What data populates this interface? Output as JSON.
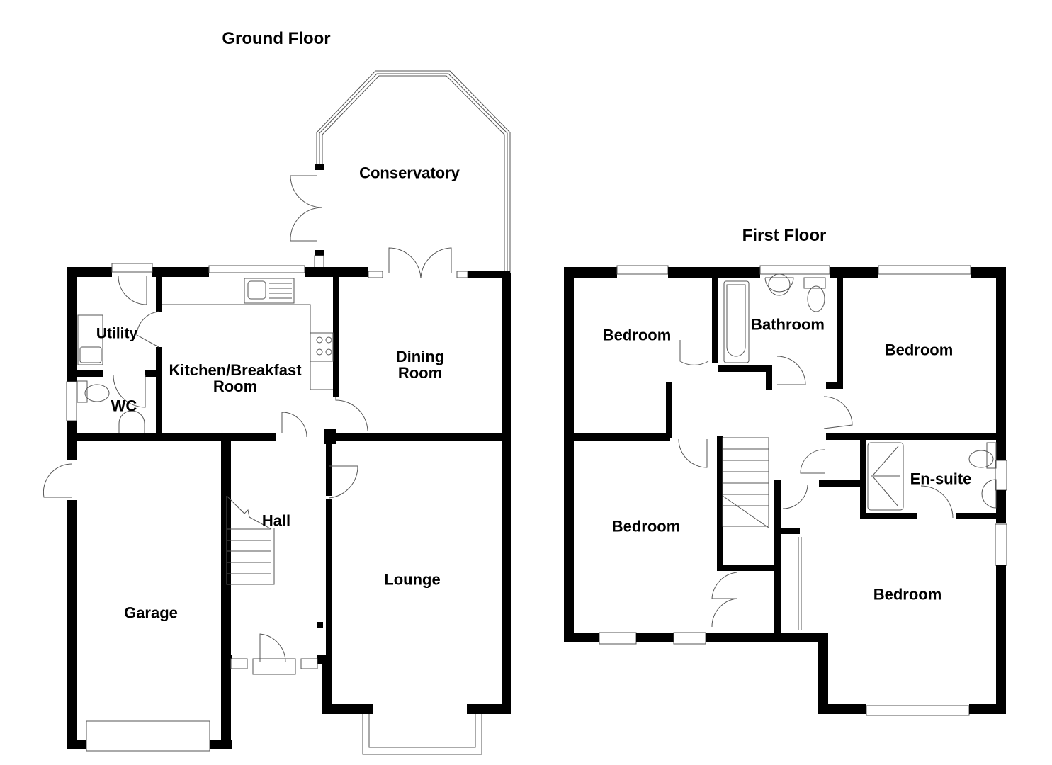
{
  "floors": [
    {
      "title": "Ground Floor",
      "rooms": [
        {
          "id": "conservatory",
          "label": "Conservatory"
        },
        {
          "id": "utility",
          "label": "Utility"
        },
        {
          "id": "kitchen",
          "label": "Kitchen/Breakfast\nRoom"
        },
        {
          "id": "dining",
          "label": "Dining\nRoom"
        },
        {
          "id": "wc",
          "label": "WC"
        },
        {
          "id": "hall",
          "label": "Hall"
        },
        {
          "id": "garage",
          "label": "Garage"
        },
        {
          "id": "lounge",
          "label": "Lounge"
        }
      ]
    },
    {
      "title": "First Floor",
      "rooms": [
        {
          "id": "bedroom1",
          "label": "Bedroom"
        },
        {
          "id": "bathroom",
          "label": "Bathroom"
        },
        {
          "id": "bedroom2",
          "label": "Bedroom"
        },
        {
          "id": "bedroom3",
          "label": "Bedroom"
        },
        {
          "id": "ensuite",
          "label": "En-suite"
        },
        {
          "id": "bedroom4",
          "label": "Bedroom"
        }
      ]
    }
  ],
  "colors": {
    "wall": "#000000",
    "background": "#ffffff",
    "fixture_line": "#555555"
  }
}
